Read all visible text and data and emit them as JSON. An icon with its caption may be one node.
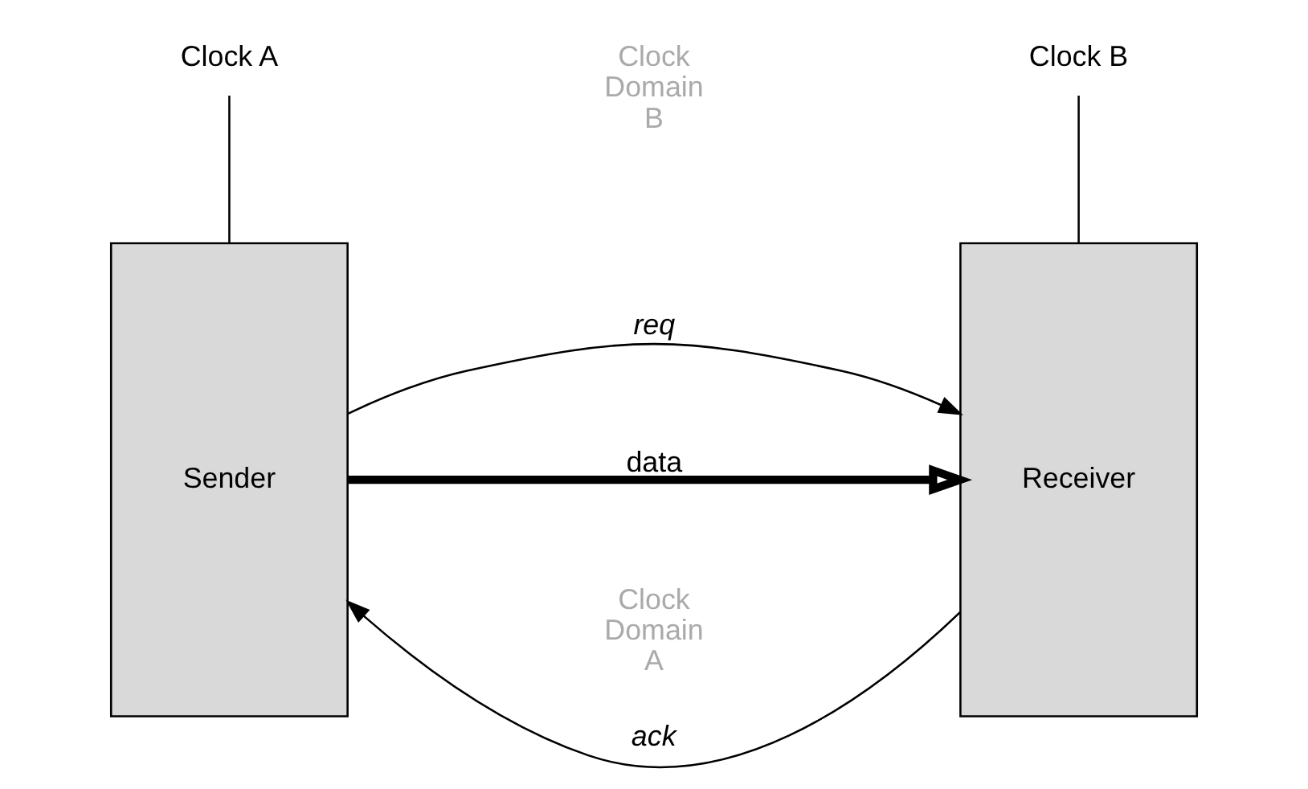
{
  "diagram": {
    "nodes": [
      {
        "text": [
          "Sender"
        ]
      },
      {
        "text": [
          "Receiver"
        ]
      },
      {
        "text": [
          "Clock A"
        ]
      },
      {
        "text": [
          "Clock B"
        ]
      }
    ],
    "edges": [
      {
        "from": 0,
        "to": 1,
        "arrow": "to",
        "label": "req"
      },
      {
        "from": 0,
        "to": 1,
        "arrow": "to",
        "label": "data",
        "style": "thick"
      },
      {
        "from": 1,
        "to": 0,
        "arrow": "to",
        "label": "ack"
      },
      {
        "from": 2,
        "to": 0,
        "arrow": "none"
      },
      {
        "from": 3,
        "to": 1,
        "arrow": "none"
      }
    ],
    "labels": [
      "Clock Domain A",
      "Clock Domain B"
    ]
  }
}
